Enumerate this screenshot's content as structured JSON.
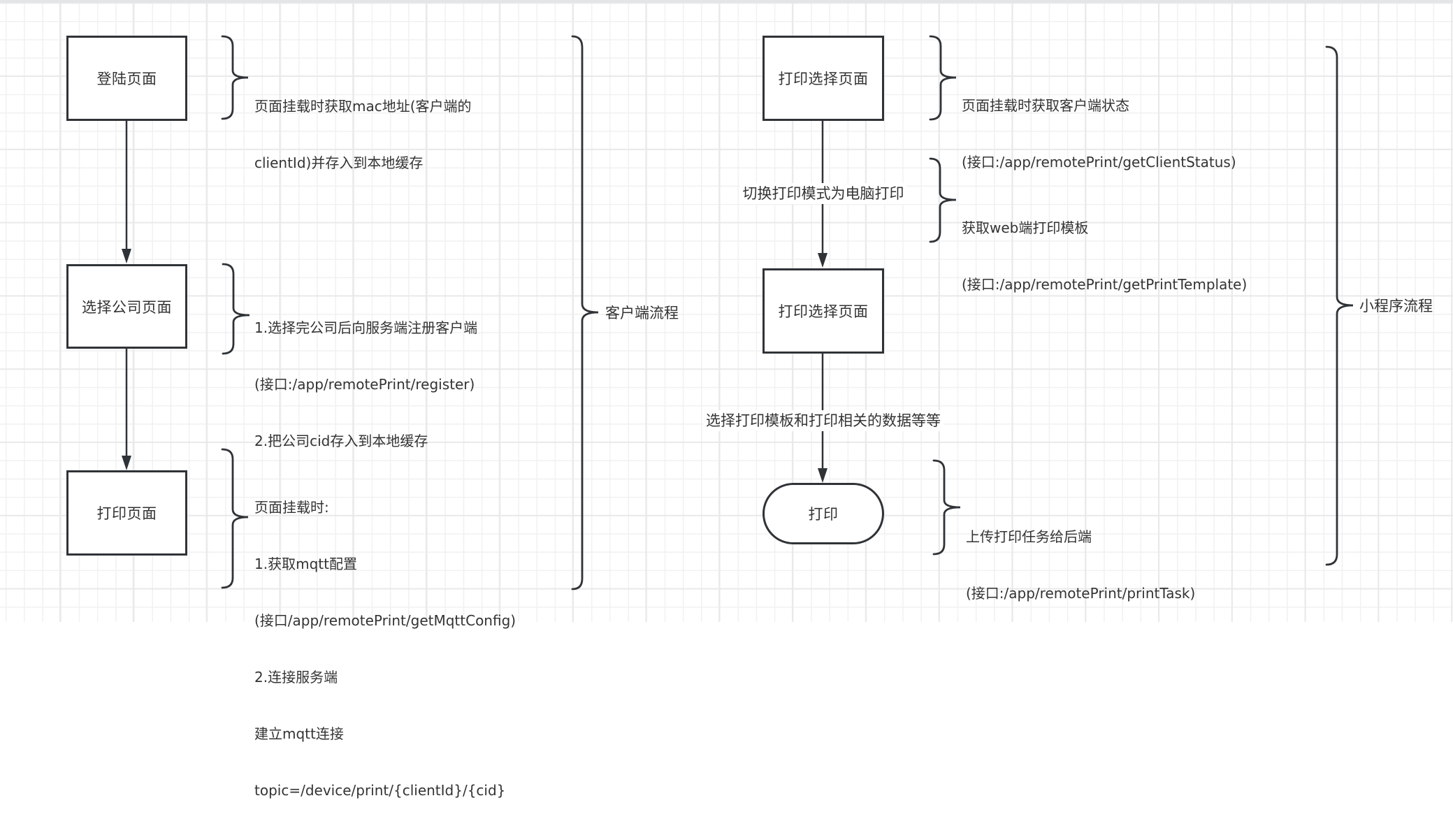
{
  "diagram": {
    "client_flow": {
      "group_label": "客户端流程",
      "nodes": [
        {
          "id": "login-page",
          "label": "登陆页面",
          "shape": "process"
        },
        {
          "id": "select-company-page",
          "label": "选择公司页面",
          "shape": "process"
        },
        {
          "id": "print-page",
          "label": "打印页面",
          "shape": "process"
        }
      ],
      "edges": [
        {
          "from": "login-page",
          "to": "select-company-page",
          "label": ""
        },
        {
          "from": "select-company-page",
          "to": "print-page",
          "label": ""
        }
      ],
      "notes": [
        {
          "for": "login-page",
          "lines": [
            "页面挂载时获取mac地址(客户端的",
            "clientId)并存入到本地缓存"
          ]
        },
        {
          "for": "select-company-page",
          "lines": [
            "1.选择完公司后向服务端注册客户端",
            "(接口:/app/remotePrint/register)",
            "2.把公司cid存入到本地缓存"
          ]
        },
        {
          "for": "print-page",
          "lines": [
            "页面挂载时:",
            "1.获取mqtt配置",
            "(接口/app/remotePrint/getMqttConfig)",
            "2.连接服务端",
            "建立mqtt连接",
            "topic=/device/print/{clientId}/{cid}"
          ]
        }
      ]
    },
    "miniprogram_flow": {
      "group_label": "小程序流程",
      "nodes": [
        {
          "id": "print-select-page-1",
          "label": "打印选择页面",
          "shape": "process"
        },
        {
          "id": "print-select-page-2",
          "label": "打印选择页面",
          "shape": "process"
        },
        {
          "id": "print",
          "label": "打印",
          "shape": "terminator"
        }
      ],
      "edges": [
        {
          "from": "print-select-page-1",
          "to": "print-select-page-2",
          "label": "切换打印模式为电脑打印"
        },
        {
          "from": "print-select-page-2",
          "to": "print",
          "label": "选择打印模板和打印相关的数据等等"
        }
      ],
      "notes": [
        {
          "for": "print-select-page-1",
          "lines": [
            "页面挂载时获取客户端状态",
            "(接口:/app/remotePrint/getClientStatus)"
          ]
        },
        {
          "for": "edge-1",
          "lines": [
            "获取web端打印模板",
            "(接口:/app/remotePrint/getPrintTemplate)"
          ]
        },
        {
          "for": "print",
          "lines": [
            "上传打印任务给后端",
            "(接口:/app/remotePrint/printTask)"
          ]
        }
      ]
    },
    "colors": {
      "stroke": "#2f3337",
      "text": "#333333",
      "grid_minor": "#f1f1f1",
      "grid_major": "#e9e9e9",
      "background": "#ffffff"
    }
  }
}
